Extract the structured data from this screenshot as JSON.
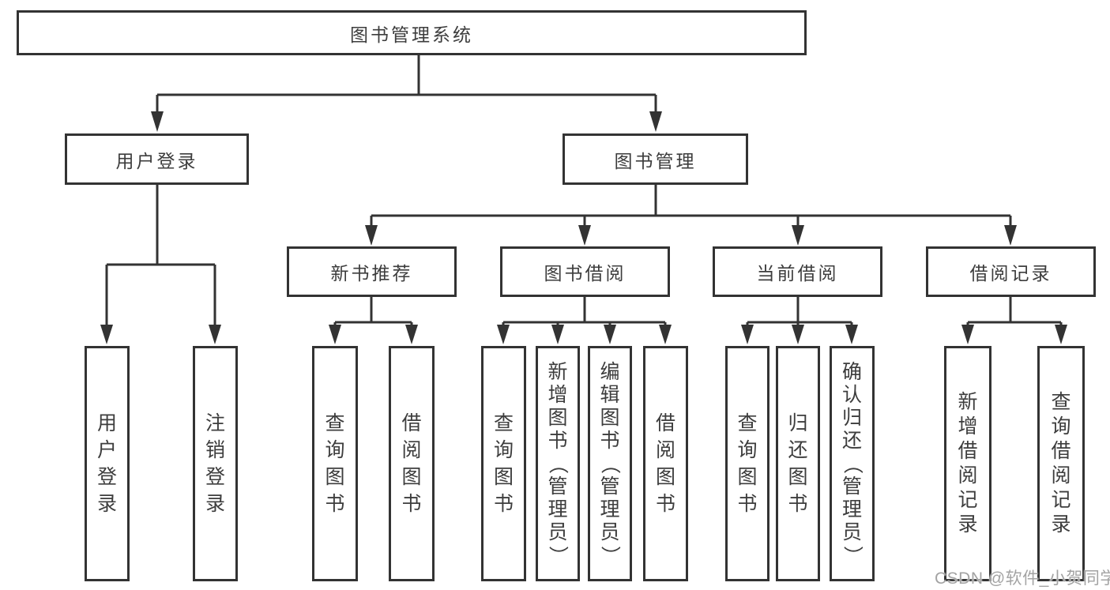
{
  "diagram": {
    "root": {
      "label": "图书管理系统"
    },
    "branches": [
      {
        "label": "用户登录",
        "children": [
          {
            "label": "用户登录"
          },
          {
            "label": "注销登录"
          }
        ]
      },
      {
        "label": "图书管理",
        "children": [
          {
            "label": "新书推荐",
            "children": [
              {
                "label": "查询图书"
              },
              {
                "label": "借阅图书"
              }
            ]
          },
          {
            "label": "图书借阅",
            "children": [
              {
                "label": "查询图书"
              },
              {
                "label": "新增图书（管理员）"
              },
              {
                "label": "编辑图书（管理员）"
              },
              {
                "label": "借阅图书"
              }
            ]
          },
          {
            "label": "当前借阅",
            "children": [
              {
                "label": "查询图书"
              },
              {
                "label": "归还图书"
              },
              {
                "label": "确认归还（管理员）"
              }
            ]
          },
          {
            "label": "借阅记录",
            "children": [
              {
                "label": "新增借阅记录"
              },
              {
                "label": "查询借阅记录"
              }
            ]
          }
        ]
      }
    ],
    "watermark": "CSDN @软件_小贺同学",
    "colors": {
      "background": "#ffffff",
      "line": "#333333",
      "box_border": "#333333",
      "text": "#3d3d3d",
      "watermark": "#a3a3a3"
    }
  }
}
